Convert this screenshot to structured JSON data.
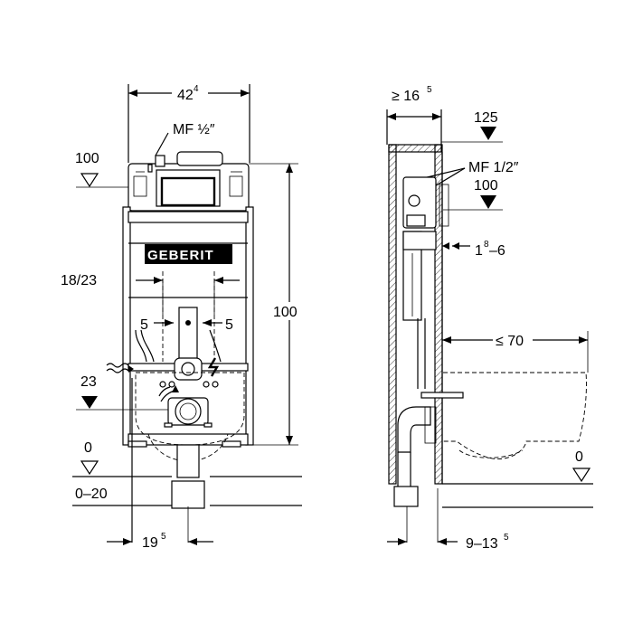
{
  "front_view": {
    "width_dim": {
      "value": "42",
      "sup": "4"
    },
    "mf_label": "MF ½″",
    "level_top": "100",
    "brand_logo": "GEBERIT",
    "flush_pipe_dim": "18/23",
    "offset_left": "5",
    "offset_right": "5",
    "height_dim": "100",
    "level_23": "23",
    "level_zero": "0",
    "floor_range": "0–20",
    "axis_dim": {
      "value": "19",
      "sup": "5"
    }
  },
  "side_view": {
    "depth_dim": {
      "prefix": "≥ 16",
      "sup": "5"
    },
    "level_125": "125",
    "mf_label": "MF 1/2″",
    "level_100": "100",
    "wall_gap_dim": {
      "value": "1",
      "sup": "8",
      "suffix": "–6"
    },
    "bowl_dim": "≤ 70",
    "level_zero": "0",
    "bottom_dim": {
      "value": "9–13",
      "sup": "5"
    }
  }
}
